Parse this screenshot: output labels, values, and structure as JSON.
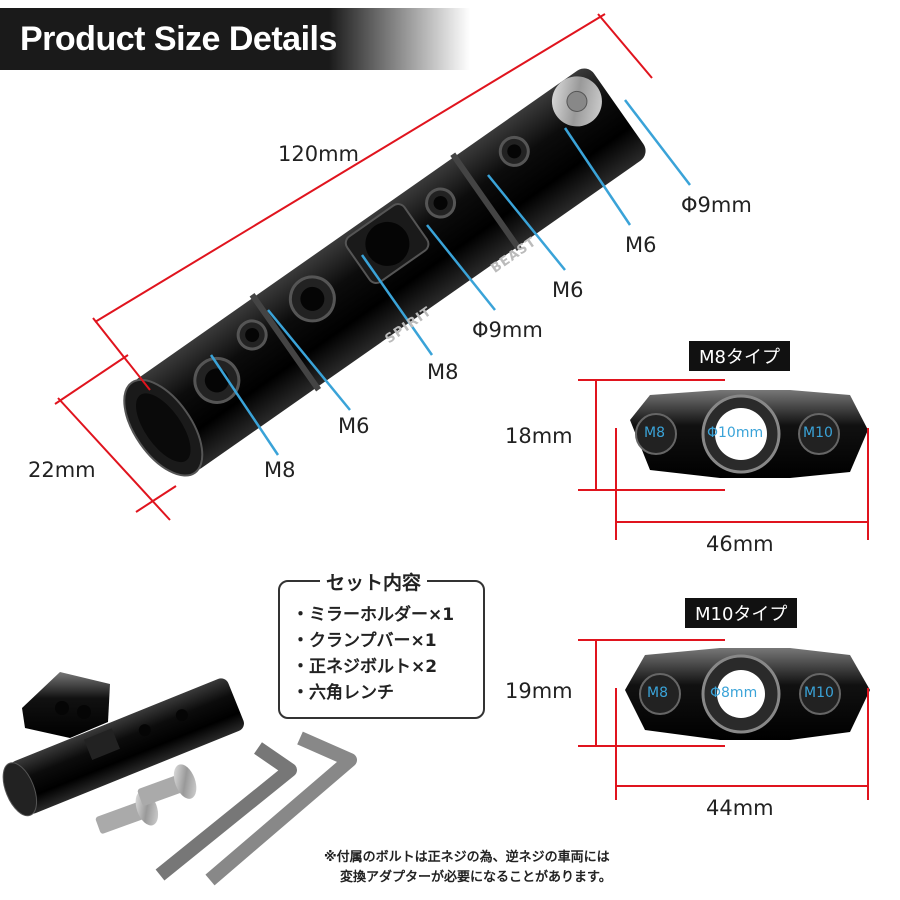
{
  "header": {
    "title": "Product Size Details"
  },
  "main_bar": {
    "length": "120mm",
    "diameter": "22mm",
    "brand_left": "SPIRIT",
    "brand_right": "BEAST",
    "callouts": [
      "M8",
      "M6",
      "M8",
      "Φ9mm",
      "M6",
      "M6",
      "Φ9mm"
    ]
  },
  "m8_type": {
    "tag": "M8タイプ",
    "height": "18mm",
    "width": "46mm",
    "holes": [
      "M8",
      "Φ10mm",
      "M10"
    ]
  },
  "m10_type": {
    "tag": "M10タイプ",
    "height": "19mm",
    "width": "44mm",
    "holes": [
      "M8",
      "Φ8mm",
      "M10"
    ]
  },
  "set_contents": {
    "title": "セット内容",
    "items": [
      "・ミラーホルダー×1",
      "・クランプバー×1",
      "・正ネジボルト×2",
      "・六角レンチ"
    ]
  },
  "note": {
    "line1": "※付属のボルトは正ネジの為、逆ネジの車両には",
    "line2": "変換アダプターが必要になることがあります。"
  },
  "colors": {
    "dimension_line": "#e0141e",
    "callout_line": "#3aa3d8",
    "hole_label": "#3aa3d8",
    "header_bg": "#1a1a1a"
  }
}
